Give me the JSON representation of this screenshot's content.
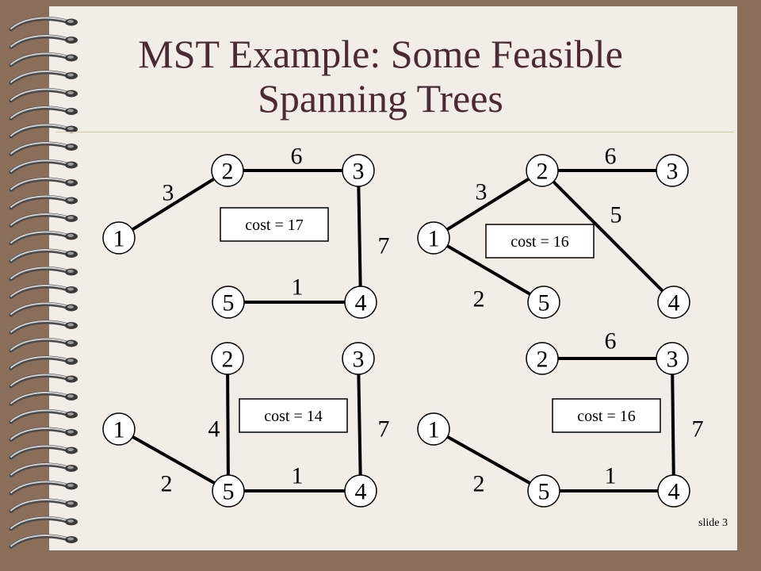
{
  "title_line1": "MST Example: Some Feasible",
  "title_line2": "Spanning Trees",
  "footer": "slide 3",
  "colors": {
    "background": "#8b6e5a",
    "paper": "#f2ede6",
    "title": "#4a2a33"
  },
  "trees": [
    {
      "cost_label": "cost = 17",
      "nodes": [
        "1",
        "2",
        "3",
        "4",
        "5"
      ],
      "edges": [
        {
          "from": "1",
          "to": "2",
          "weight": "3"
        },
        {
          "from": "2",
          "to": "3",
          "weight": "6"
        },
        {
          "from": "3",
          "to": "4",
          "weight": "7"
        },
        {
          "from": "5",
          "to": "4",
          "weight": "1"
        }
      ]
    },
    {
      "cost_label": "cost = 16",
      "nodes": [
        "1",
        "2",
        "3",
        "4",
        "5"
      ],
      "edges": [
        {
          "from": "1",
          "to": "2",
          "weight": "3"
        },
        {
          "from": "2",
          "to": "3",
          "weight": "6"
        },
        {
          "from": "2",
          "to": "4",
          "weight": "5"
        },
        {
          "from": "1",
          "to": "5",
          "weight": "2"
        }
      ]
    },
    {
      "cost_label": "cost = 14",
      "nodes": [
        "1",
        "2",
        "3",
        "4",
        "5"
      ],
      "edges": [
        {
          "from": "1",
          "to": "5",
          "weight": "2"
        },
        {
          "from": "2",
          "to": "5",
          "weight": "4"
        },
        {
          "from": "5",
          "to": "4",
          "weight": "1"
        },
        {
          "from": "3",
          "to": "4",
          "weight": "7"
        }
      ]
    },
    {
      "cost_label": "cost = 16",
      "nodes": [
        "1",
        "2",
        "3",
        "4",
        "5"
      ],
      "edges": [
        {
          "from": "2",
          "to": "3",
          "weight": "6"
        },
        {
          "from": "3",
          "to": "4",
          "weight": "7"
        },
        {
          "from": "5",
          "to": "4",
          "weight": "1"
        },
        {
          "from": "1",
          "to": "5",
          "weight": "2"
        }
      ]
    }
  ]
}
